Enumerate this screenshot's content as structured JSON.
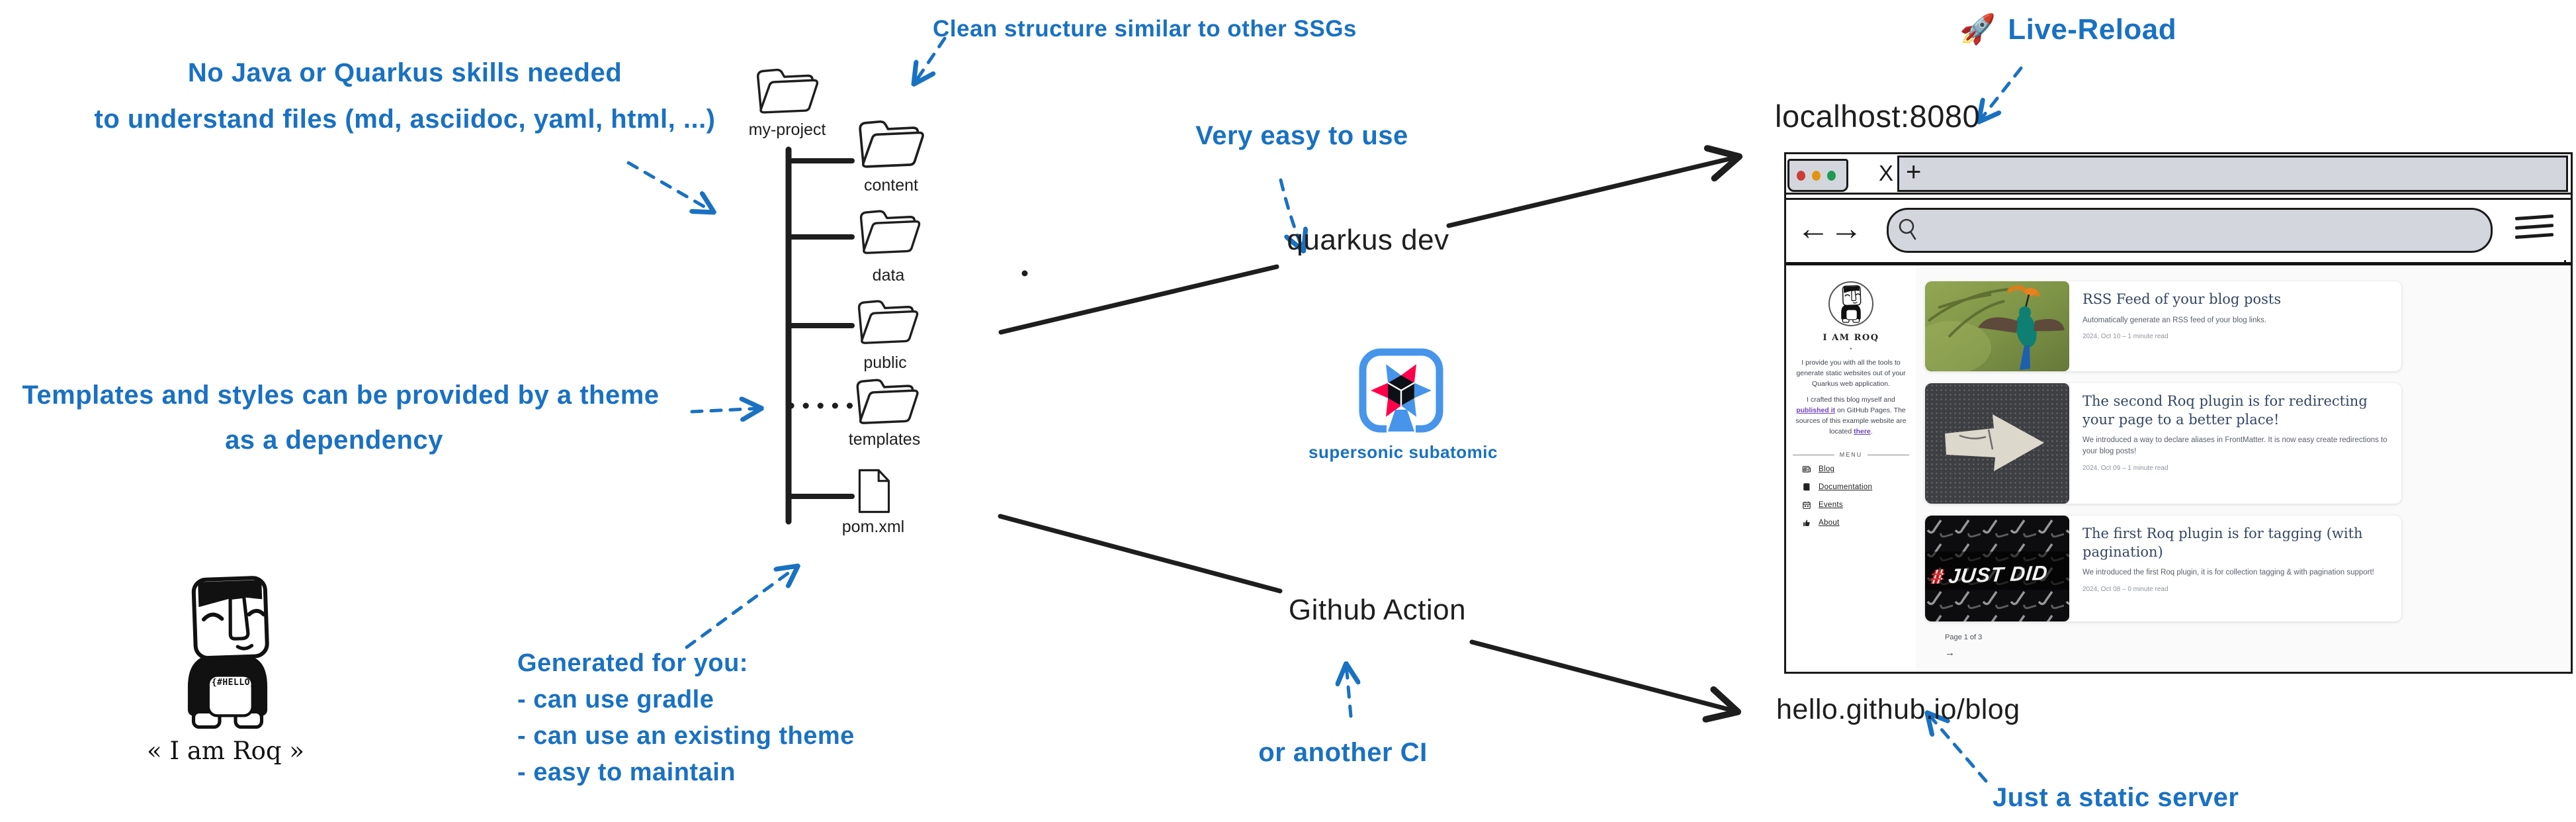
{
  "colors": {
    "annotation_blue": "#1971c2",
    "ink": "#1e1e1e",
    "quarkus_blue": "#4695EB",
    "quarkus_red": "#FF004A",
    "link_purple": "#6f42c1",
    "post_title_navy": "#334663"
  },
  "annotations": {
    "no_java_line1": "No Java or Quarkus skills needed",
    "no_java_line2": "to understand files (md, asciidoc, yaml, html, ...)",
    "clean_structure": "Clean structure similar to other SSGs",
    "very_easy": "Very easy to use",
    "theme_line1": "Templates and styles can be provided by a theme",
    "theme_line2": "as a dependency",
    "generated_title": "Generated for you:",
    "generated_item1": "- can use gradle",
    "generated_item2": "- can use an existing theme",
    "generated_item3": "- easy to maintain",
    "or_another_ci": "or another CI",
    "live_reload_emoji": "🚀",
    "live_reload": "Live-Reload",
    "just_static": "Just a static server"
  },
  "flow": {
    "quarkus_dev": "quarkus dev",
    "github_action": "Github Action",
    "localhost_url": "localhost:8080",
    "pages_url": "hello.github.io/blog"
  },
  "tree": {
    "root_label": "my-project",
    "folder1": "content",
    "folder2": "data",
    "folder3": "public",
    "folder4": "templates",
    "file1": "pom.xml"
  },
  "quarkus": {
    "caption": "supersonic subatomic"
  },
  "mascot": {
    "belly": "{#HELLO}",
    "caption": "« I am Roq »"
  },
  "browser": {
    "tab_close": "X",
    "tab_new": "+",
    "back": "←",
    "forward": "→",
    "sidebar": {
      "title": "I AM ROQ",
      "separator_dot": "•",
      "intro": "I provide you with all the tools to generate static websites out of your Quarkus web application.",
      "about_t1": "I crafted this blog myself and ",
      "about_link1": "published it",
      "about_t2": " on GitHub Pages. The sources of this example website are located ",
      "about_link2": "there",
      "about_t3": ".",
      "menu_heading": "MENU",
      "menu1": "Blog",
      "menu2": "Documentation",
      "menu3": "Events",
      "menu4": "About"
    },
    "posts": [
      {
        "title": "RSS Feed of your blog posts",
        "excerpt": "Automatically generate an RSS feed of your blog links.",
        "meta": "2024, Oct 10  –  1 minute read"
      },
      {
        "title": "The second Roq plugin is for redirecting your page to a better place!",
        "excerpt": "We introduced a way to declare aliases in FrontMatter. It is now easy create redirections to your blog posts!",
        "meta": "2024, Oct 09  –  1 minute read"
      },
      {
        "title": "The first Roq plugin is for tagging (with pagination)",
        "excerpt": "We introduced the first Roq plugin, it is for collection tagging & with pagination support!",
        "meta": "2024, Oct 08  –  0 minute read",
        "image_caption_hash": "#",
        "image_caption": "JUST DID"
      }
    ],
    "pagination": {
      "label": "Page 1 of 3",
      "next": "→"
    }
  }
}
